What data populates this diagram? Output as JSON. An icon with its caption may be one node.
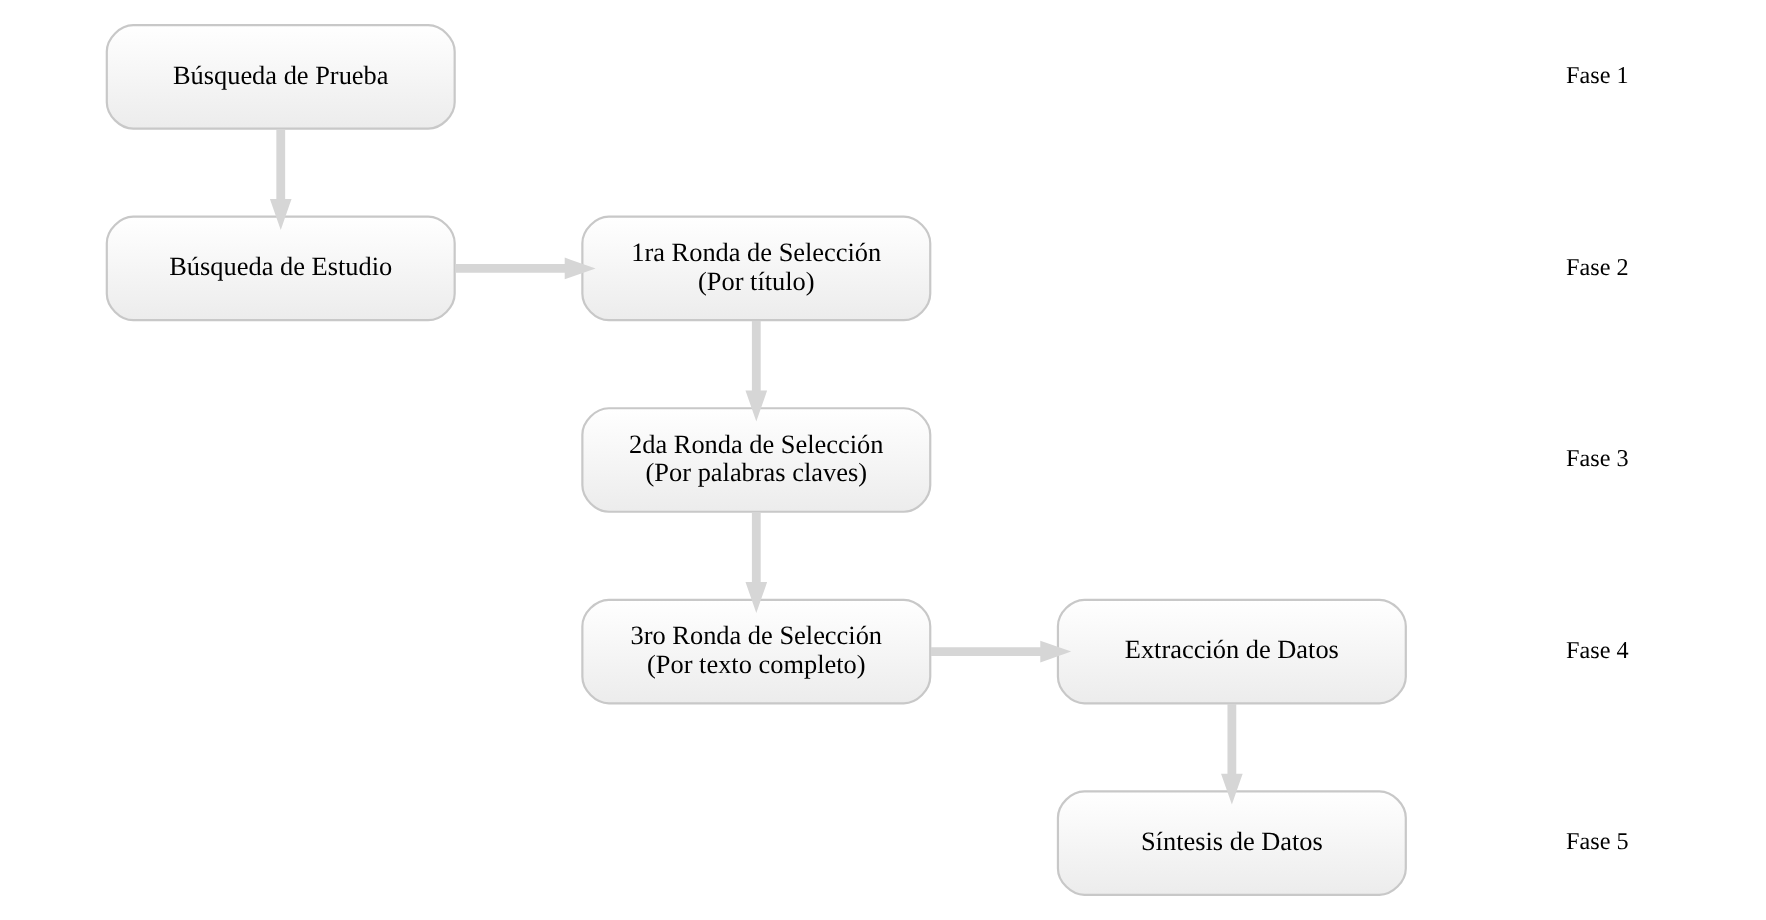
{
  "diagram": {
    "nodes": [
      {
        "text": [
          "Búsqueda de Prueba"
        ]
      },
      {
        "text": [
          "Búsqueda de Estudio"
        ]
      },
      {
        "text": [
          "1ra Ronda de Selección (Por título)"
        ]
      },
      {
        "text": [
          "2da Ronda de Selección (Por palabras claves)"
        ]
      },
      {
        "text": [
          "3ro Ronda de Selección (Por texto completo)"
        ]
      },
      {
        "text": [
          "Extracción de Datos"
        ]
      },
      {
        "text": [
          "Síntesis de Datos"
        ]
      }
    ],
    "edges": [
      {
        "from": 0,
        "to": 1,
        "arrow": "to"
      },
      {
        "from": 1,
        "to": 2,
        "arrow": "to"
      },
      {
        "from": 2,
        "to": 3,
        "arrow": "to"
      },
      {
        "from": 3,
        "to": 4,
        "arrow": "to"
      },
      {
        "from": 4,
        "to": 5,
        "arrow": "to"
      },
      {
        "from": 5,
        "to": 6,
        "arrow": "to"
      }
    ],
    "labels": [
      "Fase 1",
      "Fase 2",
      "Fase 3",
      "Fase 4",
      "Fase 5"
    ]
  }
}
